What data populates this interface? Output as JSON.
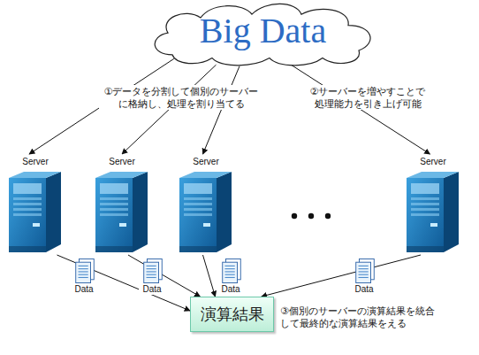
{
  "diagram": {
    "nodes": [
      {
        "text": [
          "Big Data"
        ]
      },
      {
        "text": [
          "Server"
        ]
      },
      {
        "text": [
          "Server"
        ]
      },
      {
        "text": [
          "Server"
        ]
      },
      {
        "text": [
          "Server"
        ]
      },
      {
        "text": [
          "Data"
        ]
      },
      {
        "text": [
          "Data"
        ]
      },
      {
        "text": [
          "Data"
        ]
      },
      {
        "text": [
          "Data"
        ]
      },
      {
        "text": [
          "演算結果"
        ]
      }
    ],
    "edges": [
      {
        "from": 0,
        "to": 1,
        "arrow": "to"
      },
      {
        "from": 0,
        "to": 2,
        "arrow": "to"
      },
      {
        "from": 0,
        "to": 3,
        "arrow": "to"
      },
      {
        "from": 0,
        "to": 4,
        "arrow": "to"
      },
      {
        "from": 1,
        "to": 9,
        "arrow": "to"
      },
      {
        "from": 2,
        "to": 9,
        "arrow": "to"
      },
      {
        "from": 3,
        "to": 9,
        "arrow": "to"
      },
      {
        "from": 4,
        "to": 9,
        "arrow": "to"
      }
    ],
    "labels": [
      "①データを分割して個別のサーバー に格納し、処理を割り当てる",
      "②サーバーを増やすことで 処理能力を引き上げ可能",
      "③個別のサーバーの演算結果を統合 して最終的な演算結果をえる"
    ]
  }
}
